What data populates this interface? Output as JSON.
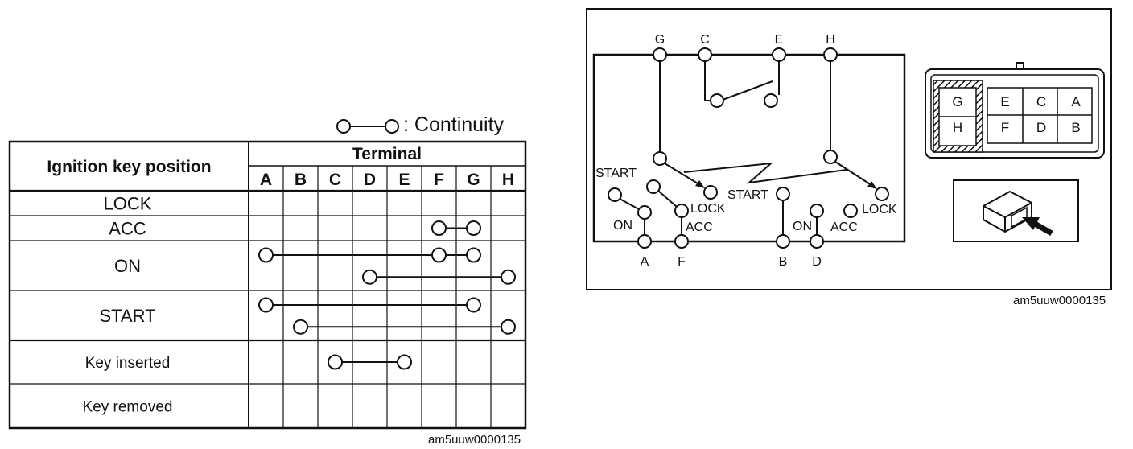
{
  "legend": {
    "text": ": Continuity"
  },
  "table": {
    "row_header": "Ignition key position",
    "col_group": "Terminal",
    "terminals": [
      "A",
      "B",
      "C",
      "D",
      "E",
      "F",
      "G",
      "H"
    ],
    "rows": [
      {
        "label": "LOCK",
        "links": []
      },
      {
        "label": "ACC",
        "links": [
          [
            "F",
            "G"
          ]
        ]
      },
      {
        "label": "ON",
        "links": [
          [
            "A",
            "F",
            "G"
          ],
          [
            "D",
            "H"
          ]
        ]
      },
      {
        "label": "START",
        "links": [
          [
            "A",
            "G"
          ],
          [
            "B",
            "H"
          ]
        ]
      },
      {
        "label": "Key inserted",
        "links": [
          [
            "C",
            "E"
          ]
        ]
      },
      {
        "label": "Key removed",
        "links": []
      }
    ],
    "code": "am5uuw0000135"
  },
  "schematic": {
    "top_terminals": [
      "G",
      "C",
      "E",
      "H"
    ],
    "bottom_terminals": [
      "A",
      "F",
      "B",
      "D"
    ],
    "left_switch": {
      "start": "START",
      "on": "ON",
      "acc": "ACC",
      "lock": "LOCK"
    },
    "right_switch": {
      "start": "START",
      "on": "ON",
      "acc": "ACC",
      "lock": "LOCK"
    },
    "connector_top": [
      "G",
      "E",
      "C",
      "A"
    ],
    "connector_bottom": [
      "H",
      "F",
      "D",
      "B"
    ],
    "code": "am5uuw0000135"
  }
}
